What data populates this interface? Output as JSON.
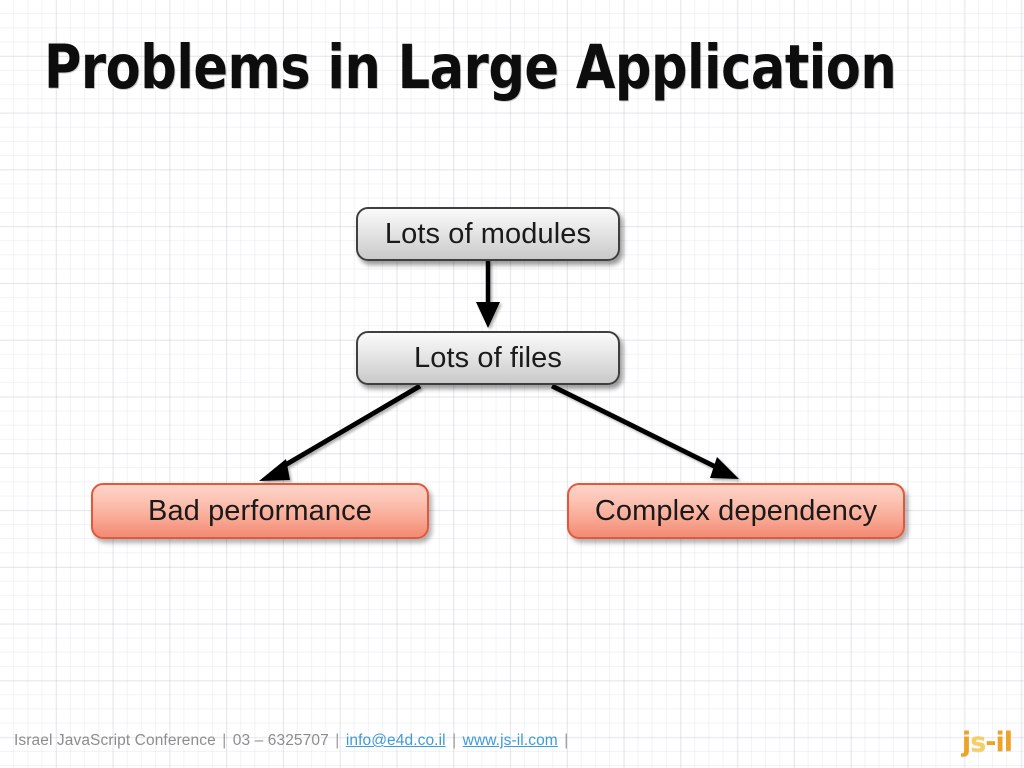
{
  "slide": {
    "title": "Problems in Large Application",
    "background": "#ffffff",
    "grid_color": "#dde1e8"
  },
  "diagram": {
    "type": "flowchart",
    "nodes": [
      {
        "id": "modules",
        "label": "Lots of modules",
        "style": "gray",
        "fill_top": "#fbfbfb",
        "fill_bottom": "#cacaca",
        "border": "#3f3f3f"
      },
      {
        "id": "files",
        "label": "Lots of files",
        "style": "gray",
        "fill_top": "#fbfbfb",
        "fill_bottom": "#cacaca",
        "border": "#3f3f3f"
      },
      {
        "id": "bad-performance",
        "label": "Bad performance",
        "style": "red",
        "fill_top": "#fdd4c9",
        "fill_bottom": "#f28d76",
        "border": "#e2583a"
      },
      {
        "id": "complex-dependency",
        "label": "Complex dependency",
        "style": "red",
        "fill_top": "#fdd4c9",
        "fill_bottom": "#f28d76",
        "border": "#e2583a"
      }
    ],
    "edges": [
      {
        "from": "modules",
        "to": "files",
        "direction": "down"
      },
      {
        "from": "files",
        "to": "bad-performance",
        "direction": "down-left"
      },
      {
        "from": "files",
        "to": "complex-dependency",
        "direction": "down-right"
      }
    ],
    "arrow_color": "#000000"
  },
  "footer": {
    "org": "Israel JavaScript Conference",
    "sep": "|",
    "phone": "03 – 6325707",
    "email": "info@e4d.co.il",
    "website": "www.js-il.com",
    "logo": {
      "part1": "j",
      "part2": "s",
      "part3": "-",
      "part4": "il",
      "full": "js-il",
      "color_primary": "#efa324",
      "color_secondary": "#f6cf63"
    },
    "text_color": "#8d8d8d",
    "link_color": "#3e9bd9"
  }
}
